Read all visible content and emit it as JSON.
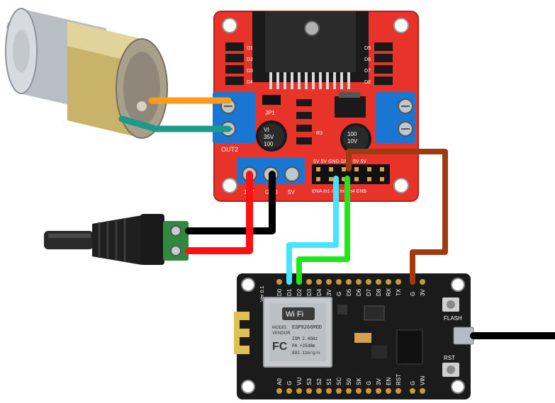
{
  "colors": {
    "board_red": "#e8332a",
    "board_edge": "#c8241c",
    "terminal_blue": "#1976d2",
    "jack_green": "#2e8b3e",
    "nodemcu_black": "#1b1b1b",
    "wire_orange": "#ff9a1a",
    "wire_teal": "#1a9a8a",
    "wire_black": "#000000",
    "wire_red": "#ff1111",
    "wire_cyan": "#44e6ff",
    "wire_green": "#22e61a",
    "wire_brown": "#a03a10"
  },
  "l298n": {
    "out2_label": "OUT2",
    "jumper_label": "JP1",
    "cap_left": [
      "100",
      "35V",
      "VI"
    ],
    "cap_right": [
      "100",
      "10V"
    ],
    "r3_label": "R3",
    "diodes_left": [
      "D1",
      "D2",
      "D3",
      "D4"
    ],
    "diodes_right": [
      "D5",
      "D6",
      "D7",
      "D8"
    ],
    "header_top": "5V  5V  GND  GND  5V  5V",
    "header_bottom": "ENA In1 In2 In3 In4 ENB",
    "power_labels": [
      "12V",
      "GND",
      "5V"
    ]
  },
  "nodemcu": {
    "version": "Ver 0.1",
    "top_pins": [
      "D0",
      "D1",
      "D2",
      "D3",
      "D4",
      "3V",
      "G",
      "D5",
      "D6",
      "D7",
      "D8",
      "RX",
      "TX",
      "G",
      "3V"
    ],
    "bottom_pins": [
      "A0",
      "G",
      "VU",
      "S3",
      "S2",
      "S1",
      "SC",
      "S0",
      "SK",
      "G",
      "3V",
      "EN",
      "RST",
      "G",
      "VIN"
    ],
    "wifi_text": "Wi Fi",
    "module_name": "ESP8266MOD",
    "module_lines": [
      "ISM 2.4GHz",
      "PA +25dBm",
      "802.11b/g/n"
    ],
    "model_label": "MODEL",
    "vendor_label": "VENDOR",
    "flash_label": "FLASH",
    "rst_label": "RST"
  },
  "icons": [
    "dc-motor-icon",
    "dc-jack-icon",
    "l298n-driver-icon",
    "nodemcu-board-icon",
    "fcc-logo-icon",
    "wifi-logo-icon"
  ]
}
